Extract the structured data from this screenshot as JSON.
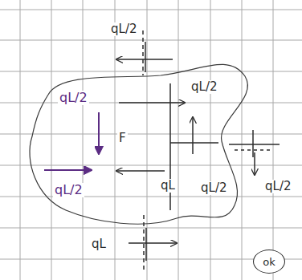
{
  "diagram": {
    "nodes": [
      {
        "text": [
          "ok"
        ]
      }
    ],
    "labels": [
      "qL/2",
      "qL/2",
      "F",
      "qL/2",
      "qL/2",
      "qL/2",
      "qL",
      "qL/2",
      "qL"
    ]
  }
}
